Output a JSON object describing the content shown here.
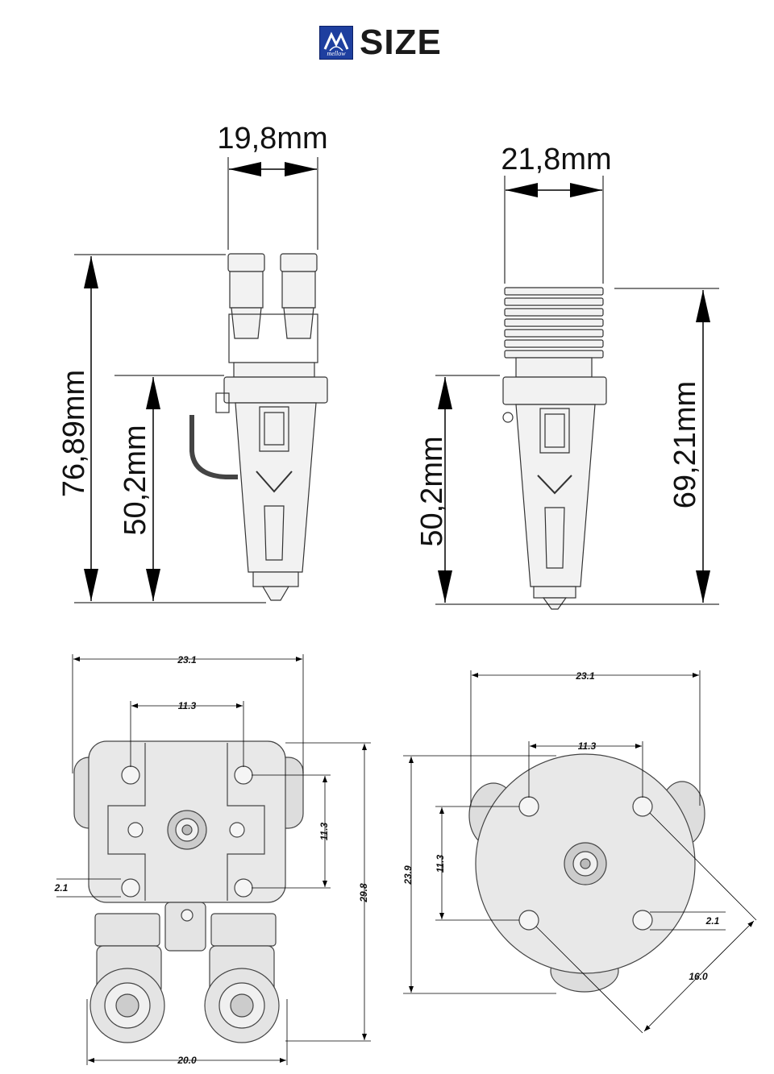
{
  "header": {
    "logo_icon": "mellow-logo-icon",
    "logo_text": "mellow",
    "title": "SIZE",
    "brand_color": "#1e3f9f"
  },
  "side_view_left": {
    "width": "19,8mm",
    "total_height": "76,89mm",
    "lower_height": "50,2mm"
  },
  "side_view_right": {
    "width": "21,8mm",
    "total_height": "69,21mm",
    "lower_height": "50,2mm"
  },
  "bottom_view_left": {
    "width": "23.1",
    "hole_spacing_x": "11.3",
    "hole_spacing_y": "11.3",
    "offset": "2.1",
    "height": "29.8",
    "base_width": "20.0"
  },
  "bottom_view_right": {
    "width": "23.1",
    "hole_spacing_x": "11.3",
    "hole_spacing_y": "11.3",
    "offset": "2.1",
    "height": "23.9",
    "diagonal": "16.0"
  }
}
